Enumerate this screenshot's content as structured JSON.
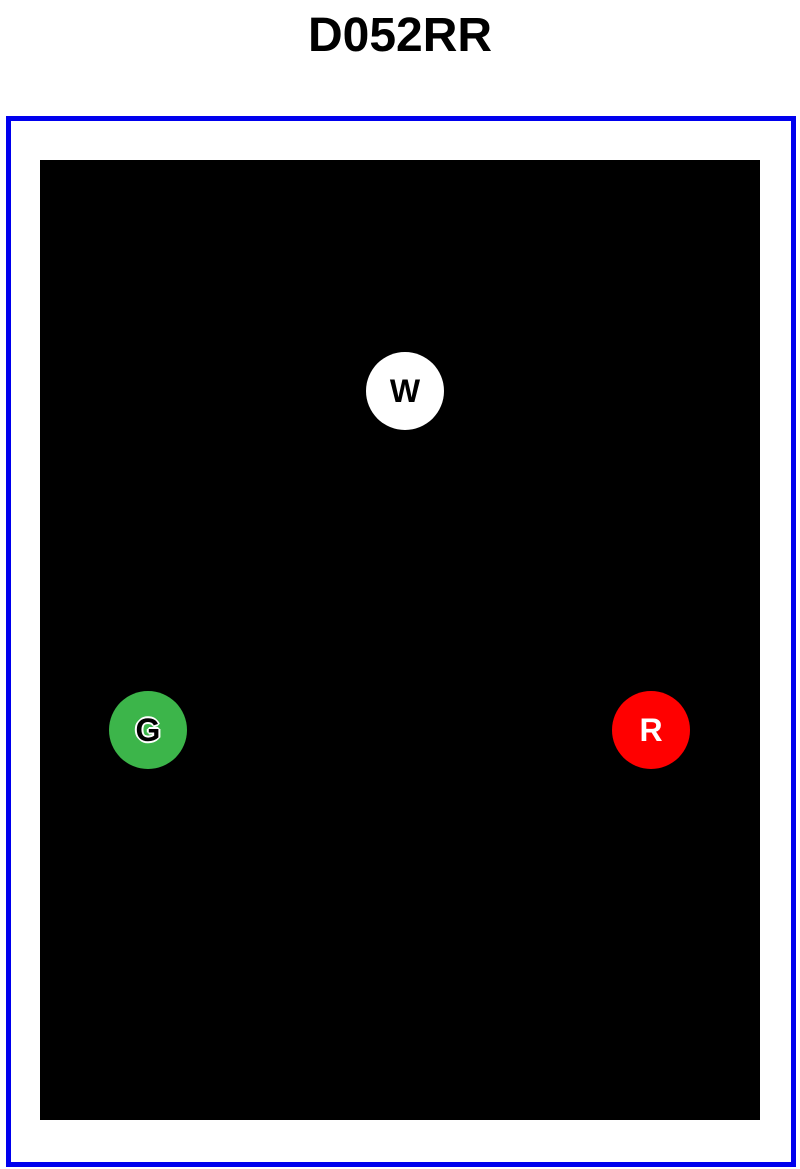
{
  "title": "D052RR",
  "markers": [
    {
      "label": "W",
      "color": "#ffffff"
    },
    {
      "label": "G",
      "color": "#3cb54a"
    },
    {
      "label": "R",
      "color": "#ff0000"
    }
  ],
  "colors": {
    "frame": "#0000ee",
    "field": "#000000"
  }
}
